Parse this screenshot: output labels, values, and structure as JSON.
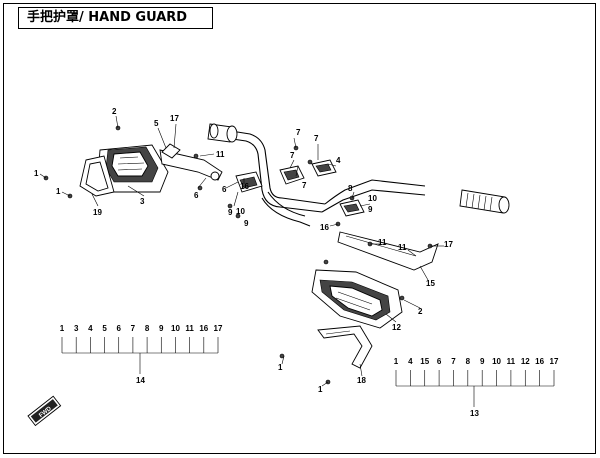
{
  "title": "手把护罩/ HAND GUARD",
  "callouts": {
    "c1": "2",
    "c2": "5",
    "c3": "17",
    "c4": "11",
    "c5": "1",
    "c6": "1",
    "c7": "3",
    "c8": "19",
    "c9": "6",
    "c10": "6",
    "c11": "16",
    "c12": "9",
    "c13": "10",
    "c14": "9",
    "c15": "7",
    "c16": "7",
    "c17": "7",
    "c18": "4",
    "c19": "7",
    "c20": "8",
    "c21": "10",
    "c22": "9",
    "c23": "16",
    "c24": "11",
    "c25": "11",
    "c26": "17",
    "c27": "15",
    "c28": "12",
    "c29": "2",
    "c30": "1",
    "c31": "18",
    "c32": "1"
  },
  "kit_left": {
    "items": [
      "1",
      "3",
      "4",
      "5",
      "6",
      "7",
      "8",
      "9",
      "10",
      "11",
      "16",
      "17"
    ],
    "label": "14"
  },
  "kit_right": {
    "items": [
      "1",
      "4",
      "15",
      "6",
      "7",
      "8",
      "9",
      "10",
      "11",
      "12",
      "16",
      "17"
    ],
    "label": "13"
  },
  "badge": {
    "text": "FWD"
  }
}
